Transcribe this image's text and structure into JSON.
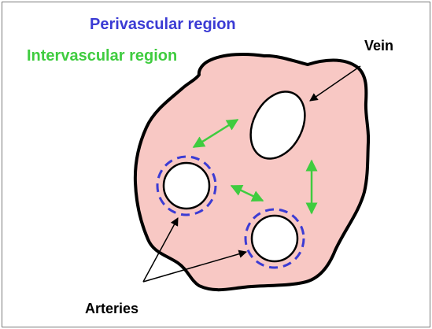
{
  "legend": {
    "perivascular_label": "Perivascular region",
    "intervascular_label": "Intervascular region",
    "perivascular_color": "#3b3bd4",
    "intervascular_color": "#3fcc3f"
  },
  "labels": {
    "vein": "Vein",
    "arteries": "Arteries"
  },
  "colors": {
    "tissue_fill": "#f8c8c4",
    "outline": "#000000",
    "border": "#7a7a7a"
  }
}
